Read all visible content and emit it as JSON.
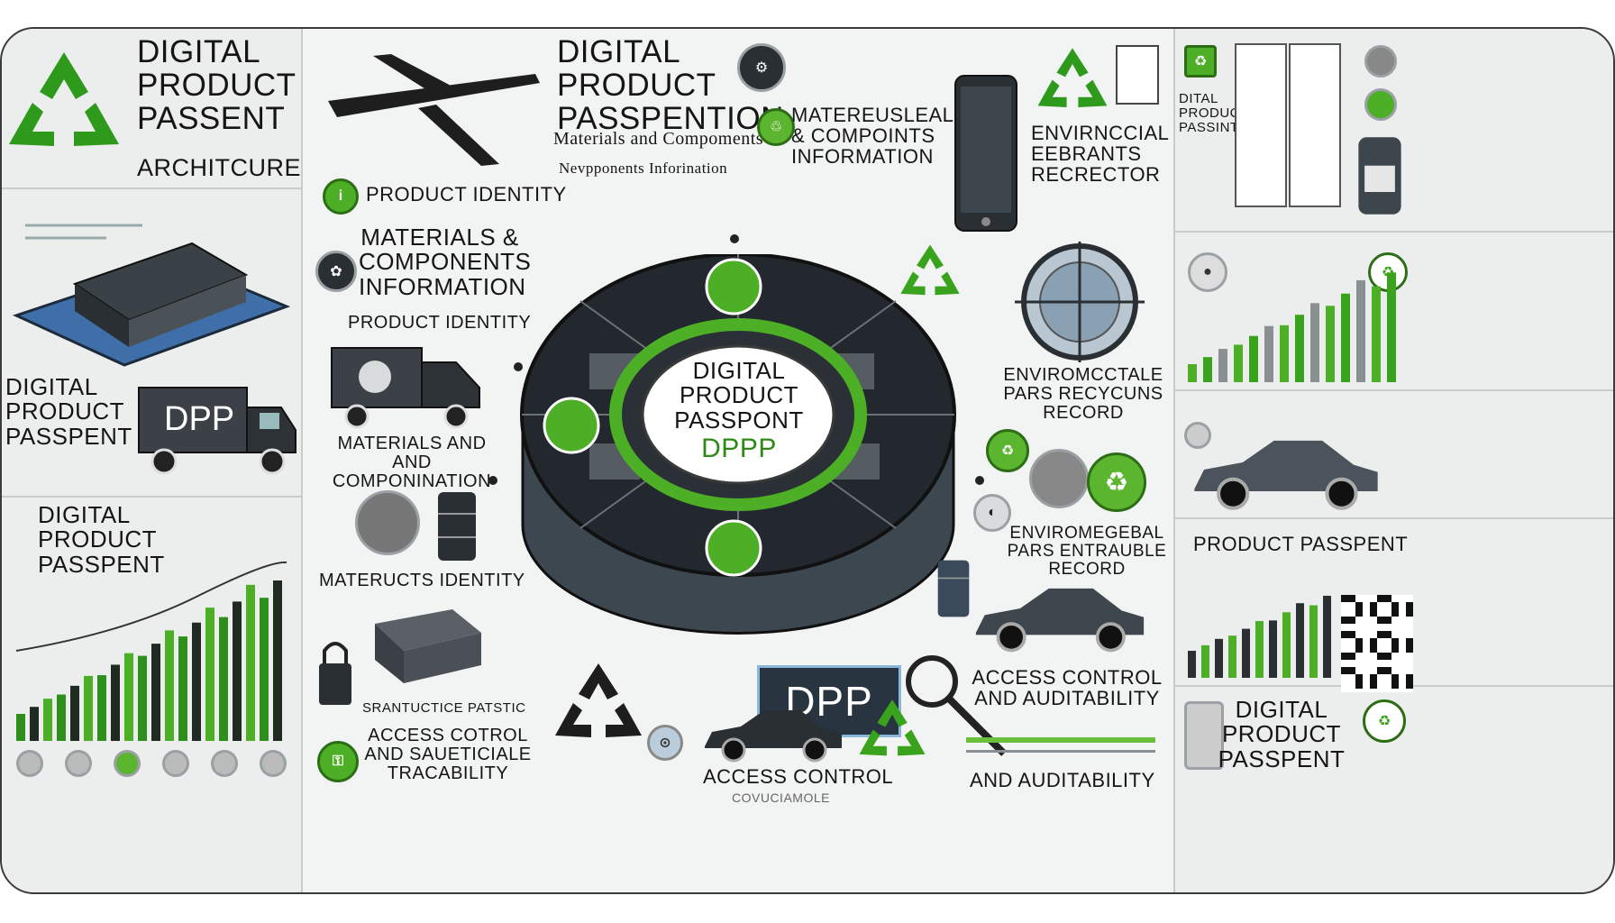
{
  "left": {
    "title": "DIGITAL PRODUCT PASSENT",
    "subtitle": "ARCHITCURE",
    "mid_label": "DIGITAL PRODUCT PASSPENT",
    "truck_badge": "DPP",
    "chart_title": "DIGITAL PRODUCT PASSPENT"
  },
  "center_left": {
    "title": "DIGITAL PRODUCT PASSPENTION",
    "sub_line1": "Materials and Compoments",
    "sub_line2": "Nevpponents Inforination",
    "product_identity_1": "PRODUCT IDENTITY",
    "materials_block": "MATERIALS & COMPONENTS INFORMATION",
    "product_identity_2": "PRODUCT IDENTITY",
    "materials_and": "MATERIALS AND AND COMPONINATION",
    "materucts_identity": "MATERUCTS IDENTITY",
    "bottom_small": "SRANTUCTICE PATSTIC",
    "access_trace": "ACCESS COTROL AND SAUETICIALE TRACABILITY"
  },
  "center": {
    "hub_title": "DIGITAL PRODUCT PASSPONT",
    "hub_sub": "DPPP",
    "base_badge": "DPP",
    "access_control": "ACCESS CONTROL",
    "access_small": "COVUCIAMOLE"
  },
  "center_right": {
    "materials_components": "MATEREUSLEAL & COMPOINTS INFORMATION",
    "environ_1": "ENVIRNCCIAL EEBRANTS RECRECTOR",
    "environ_2": "ENVIROMCCTALE PARS RECYCUNS RECORD",
    "environ_3": "ENVIROMEGEBAL PARS ENTRAUBLE RECORD",
    "access_audit": "ACCESS CONTROL AND AUDITABILITY",
    "and_audit": "AND AUDITABILITY"
  },
  "right": {
    "doc_label": "DITAL PRODUCT PASSINT",
    "product_passport": "PRODUCT PASSPENT",
    "bottom_title": "DIGITAL PRODUCT PASSPENT"
  },
  "colors": {
    "accent_green": "#4caf26",
    "dark": "#2a2f33",
    "panel": "#eceeed"
  },
  "icons": [
    "recycle-icon",
    "airplane-icon",
    "truck-icon",
    "car-icon",
    "lock-icon",
    "magnifier-icon",
    "phone-icon",
    "qr-code-icon",
    "barrel-icon",
    "container-icon"
  ]
}
